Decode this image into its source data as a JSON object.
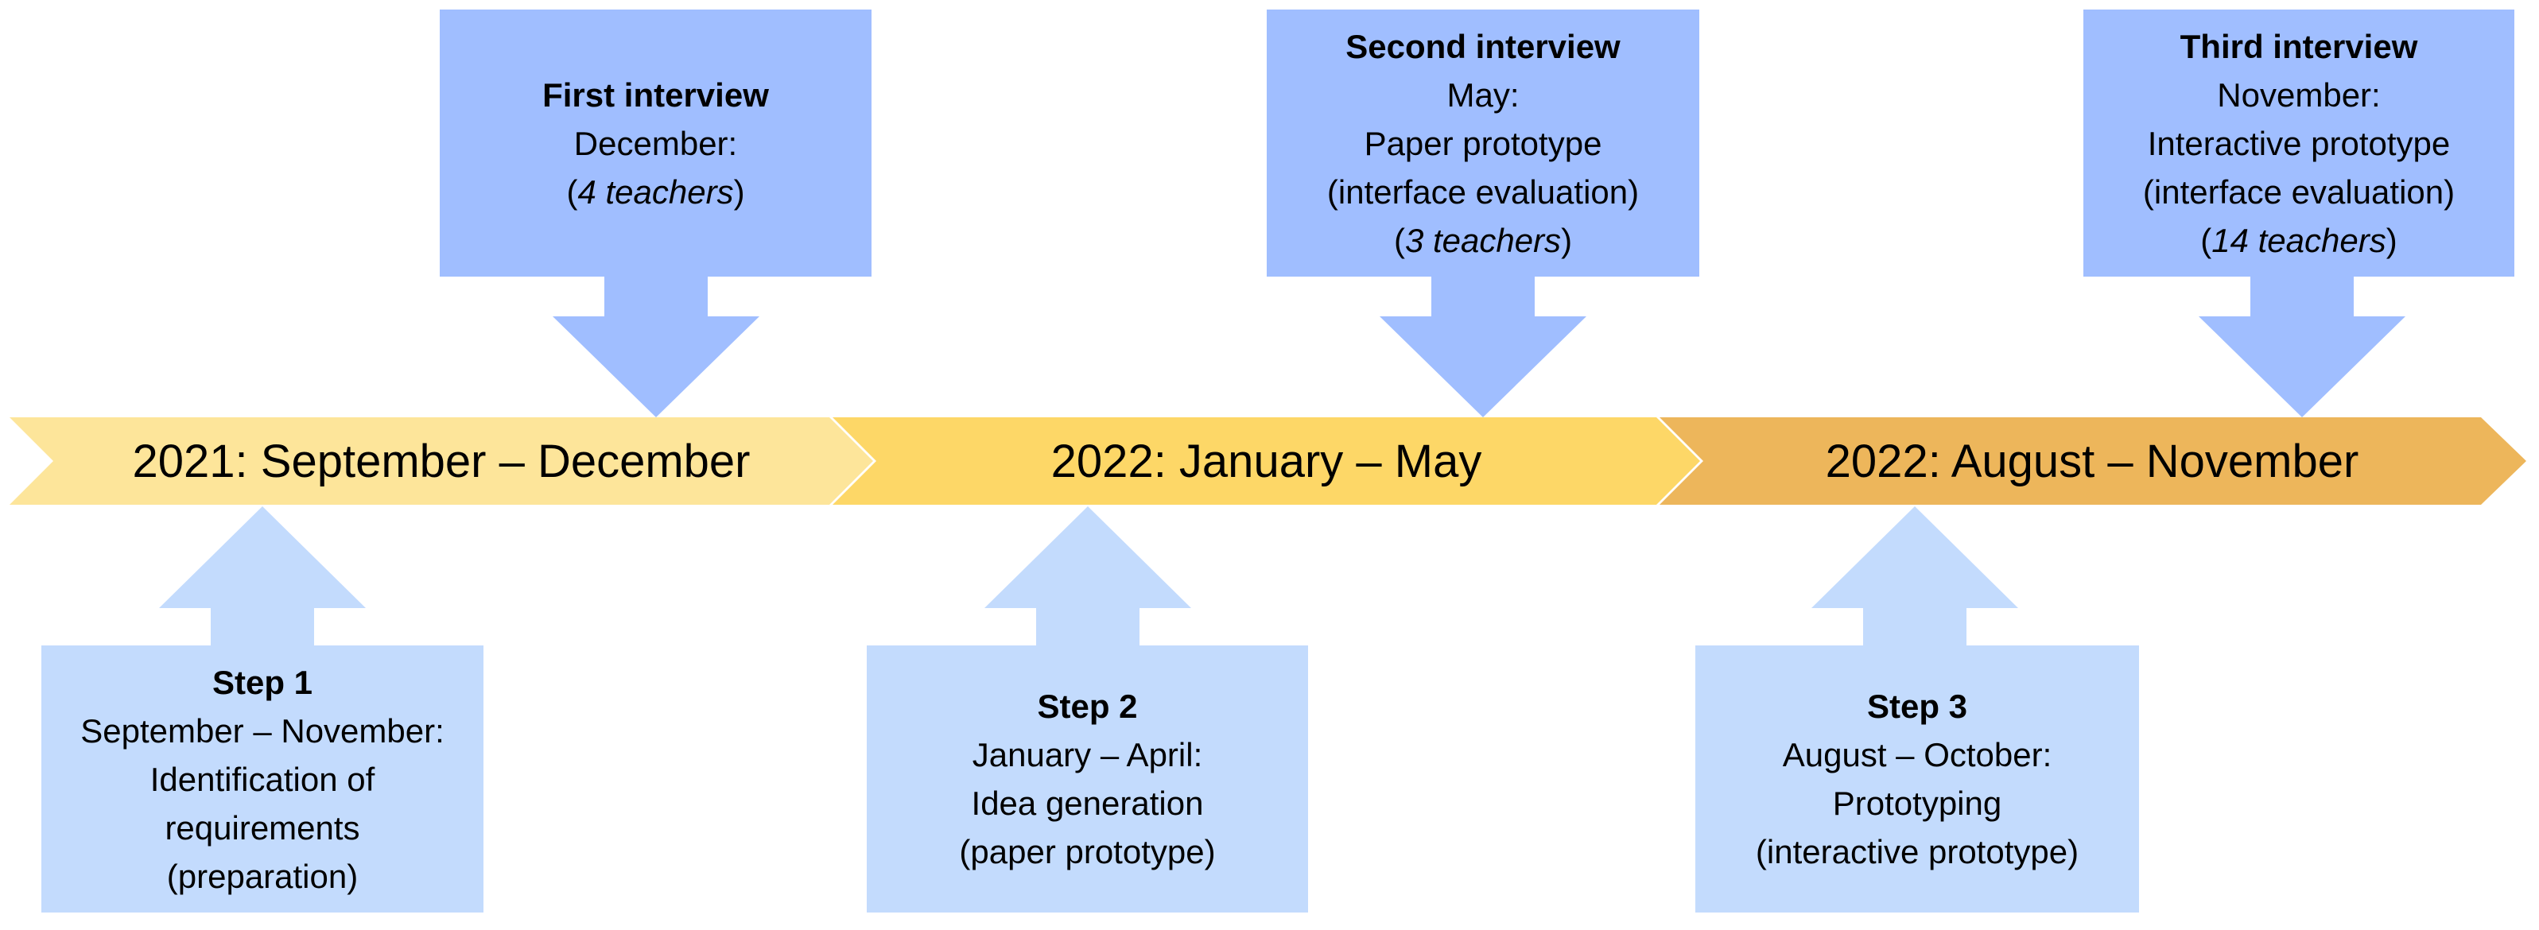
{
  "colors": {
    "interview_box": "#a0beff",
    "step_box": "#c3dbfd",
    "phase_1": "#fde59a",
    "phase_2": "#fdd767",
    "phase_3": "#edb65b"
  },
  "phases": [
    {
      "label": "2021: September – December"
    },
    {
      "label": "2022: January – May"
    },
    {
      "label": "2022: August – November"
    }
  ],
  "interviews": [
    {
      "title": "First interview",
      "period": "December:",
      "details": [],
      "count_prefix": "(",
      "count": "4 teachers",
      "count_suffix": ")"
    },
    {
      "title": "Second interview",
      "period": "May:",
      "details": [
        "Paper prototype",
        "(interface evaluation)"
      ],
      "count_prefix": "(",
      "count": "3 teachers",
      "count_suffix": ")"
    },
    {
      "title": "Third interview",
      "period": "November:",
      "details": [
        "Interactive prototype",
        "(interface evaluation)"
      ],
      "count_prefix": "(",
      "count": "14 teachers",
      "count_suffix": ")"
    }
  ],
  "steps": [
    {
      "title": "Step 1",
      "period": "September – November:",
      "details": [
        "Identification of",
        "requirements",
        "(preparation)"
      ]
    },
    {
      "title": "Step 2",
      "period": "January – April:",
      "details": [
        "Idea generation",
        "(paper prototype)"
      ]
    },
    {
      "title": "Step 3",
      "period": "August – October:",
      "details": [
        "Prototyping",
        "(interactive prototype)"
      ]
    }
  ]
}
